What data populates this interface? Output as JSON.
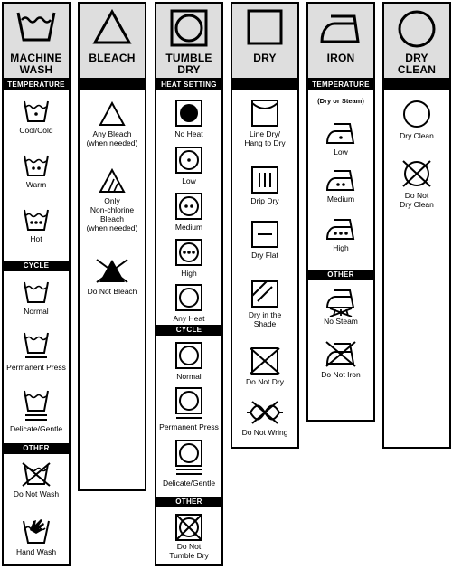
{
  "columns": {
    "machine_wash": {
      "title": "MACHINE\nWASH",
      "temperature_header": "TEMPERATURE",
      "temperature_items": [
        "Cool/Cold",
        "Warm",
        "Hot"
      ],
      "cycle_header": "CYCLE",
      "cycle_items": [
        "Normal",
        "Permanent Press",
        "Delicate/Gentle"
      ],
      "other_header": "OTHER",
      "other_items": [
        "Do Not Wash",
        "Hand Wash"
      ]
    },
    "bleach": {
      "title": "BLEACH",
      "items": [
        "Any Bleach\n(when needed)",
        "Only\nNon-chlorine\nBleach\n(when needed)",
        "Do Not Bleach"
      ]
    },
    "tumble_dry": {
      "title": "TUMBLE\nDRY",
      "heat_header": "HEAT SETTING",
      "heat_items": [
        "No Heat",
        "Low",
        "Medium",
        "High",
        "Any Heat"
      ],
      "cycle_header": "CYCLE",
      "cycle_items": [
        "Normal",
        "Permanent Press",
        "Delicate/Gentle"
      ],
      "other_header": "OTHER",
      "other_items": [
        "Do Not\nTumble Dry"
      ]
    },
    "dry": {
      "title": "DRY",
      "items": [
        "Line Dry/\nHang to Dry",
        "Drip Dry",
        "Dry Flat",
        "Dry in the\nShade",
        "Do Not Dry",
        "Do Not Wring"
      ]
    },
    "iron": {
      "title": "IRON",
      "temperature_header": "TEMPERATURE",
      "temperature_note": "(Dry or Steam)",
      "temperature_items": [
        "Low",
        "Medium",
        "High"
      ],
      "other_header": "OTHER",
      "other_items": [
        "No Steam",
        "Do Not Iron"
      ]
    },
    "dry_clean": {
      "title": "DRY\nCLEAN",
      "items": [
        "Dry Clean",
        "Do Not\nDry Clean"
      ]
    }
  }
}
